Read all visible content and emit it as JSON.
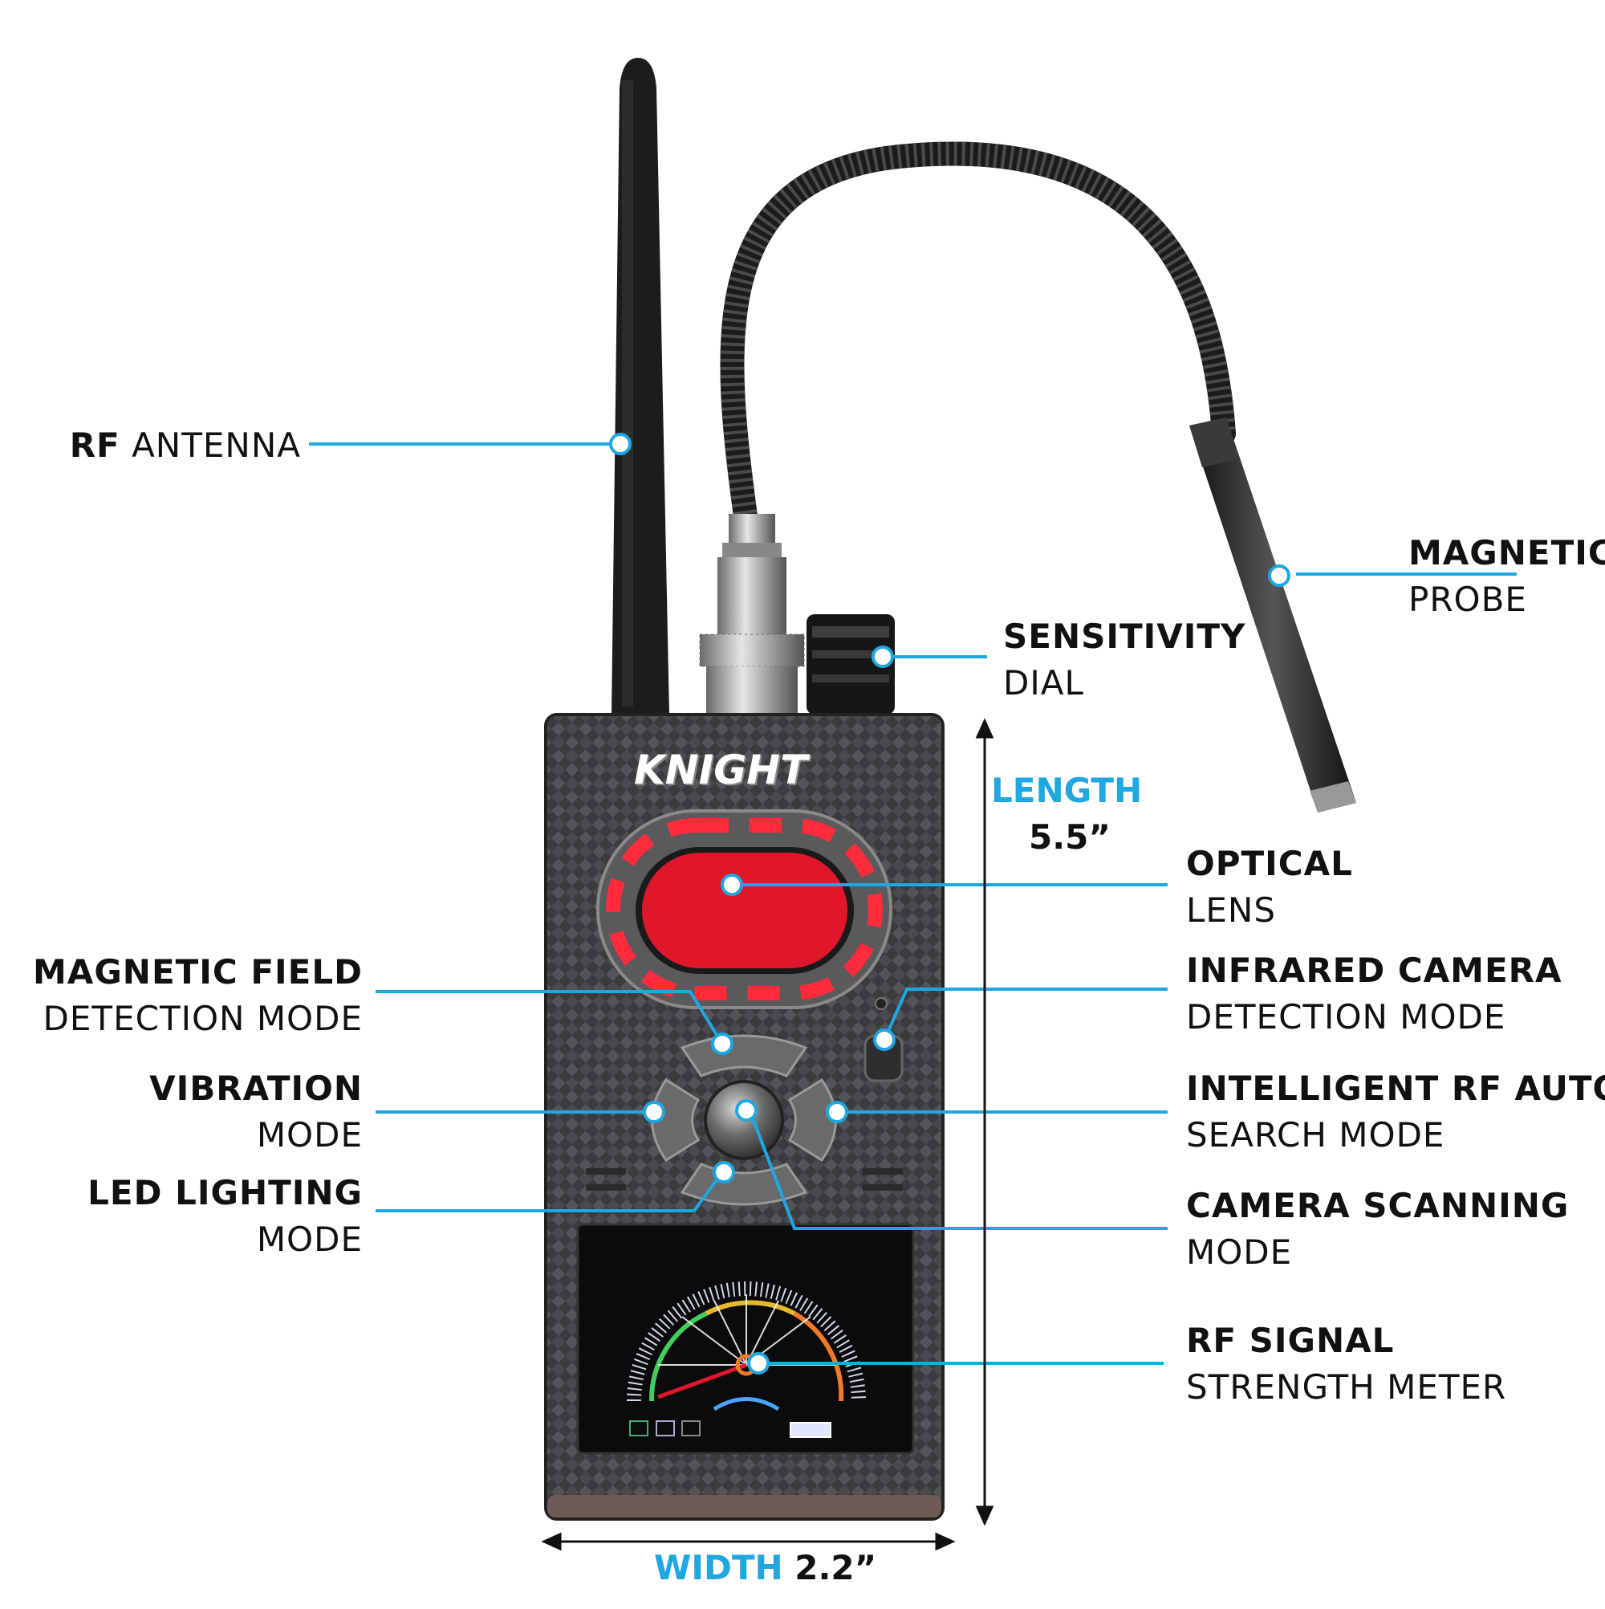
{
  "brand": "KNIGHT",
  "colors": {
    "accent": "#1ea7e1",
    "lens_red": "#e0162b",
    "body": "#3a3a3d"
  },
  "callouts": {
    "rf_antenna": {
      "bold": "RF",
      "rest": "ANTENNA"
    },
    "magnetic_probe": {
      "line1": "MAGNETIC",
      "line2": "PROBE"
    },
    "sensitivity_dial": {
      "line1": "SENSITIVITY",
      "line2": "DIAL"
    },
    "optical_lens": {
      "line1": "OPTICAL",
      "line2": "LENS"
    },
    "magnetic_field": {
      "line1": "MAGNETIC FIELD",
      "line2": "DETECTION MODE"
    },
    "infrared_camera": {
      "line1": "INFRARED CAMERA",
      "line2": "DETECTION MODE"
    },
    "vibration": {
      "line1": "VIBRATION",
      "line2": "MODE"
    },
    "intelligent_rf": {
      "line1": "INTELLIGENT RF AUTO",
      "line2": "SEARCH MODE"
    },
    "led_lighting": {
      "line1": "LED LIGHTING",
      "line2": "MODE"
    },
    "camera_scanning": {
      "line1": "CAMERA SCANNING",
      "line2": "MODE"
    },
    "rf_signal": {
      "line1": "RF SIGNAL",
      "line2": "STRENGTH METER"
    }
  },
  "dimensions": {
    "length_label": "LENGTH",
    "length_value": "5.5”",
    "width_label": "WIDTH",
    "width_value": "2.2”"
  }
}
